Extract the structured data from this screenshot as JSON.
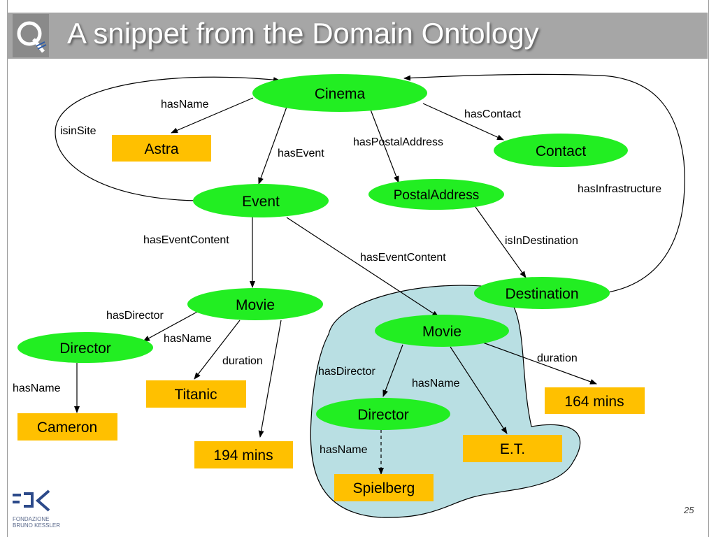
{
  "slide": {
    "title": "A snippet from the Domain Ontology",
    "page_number": "25",
    "logo_text_1": "FONDAZIONE",
    "logo_text_2": "BRUNO KESSLER"
  },
  "nodes": {
    "cinema": "Cinema",
    "astra": "Astra",
    "contact": "Contact",
    "event": "Event",
    "postal_address": "PostalAddress",
    "destination": "Destination",
    "movie_left": "Movie",
    "director_left": "Director",
    "titanic": "Titanic",
    "cameron": "Cameron",
    "mins_194": "194 mins",
    "movie_right": "Movie",
    "director_right": "Director",
    "et": "E.T.",
    "mins_164": "164 mins",
    "spielberg": "Spielberg"
  },
  "edges": {
    "hasName_cinema": "hasName",
    "isinSite": "isinSite",
    "hasEvent": "hasEvent",
    "hasPostalAddress": "hasPostalAddress",
    "hasContact": "hasContact",
    "hasInfrastructure": "hasInfrastructure",
    "isInDestination": "isInDestination",
    "hasEventContent_left": "hasEventContent",
    "hasEventContent_right": "hasEventContent",
    "hasDirector_left": "hasDirector",
    "hasName_movie_left": "hasName",
    "duration_left": "duration",
    "hasName_director_left": "hasName",
    "hasDirector_right": "hasDirector",
    "hasName_movie_right": "hasName",
    "duration_right": "duration",
    "hasName_director_right": "hasName"
  },
  "colors": {
    "class_node": "#22ee22",
    "instance_node": "#ffc000",
    "highlight_region": "#b9dfe3"
  }
}
